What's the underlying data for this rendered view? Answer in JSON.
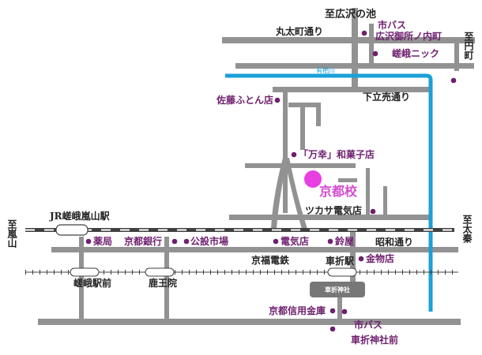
{
  "map": {
    "colors": {
      "road": "#929292",
      "river": "#1aa0d8",
      "poi_dot": "#6e1f6e",
      "poi_text": "#6e1f6e",
      "school_dot": "#e83fe0",
      "rail_dark": "#404040",
      "station_box": "#777777"
    },
    "roads": {
      "marutamachi": "丸太町通り",
      "shimotachiuri": "下立売通り",
      "showa": "昭和通り",
      "to_hirosawa_pond": "至広沢の池",
      "to_enmachi": "至円町",
      "to_arashiyama": "至嵐山",
      "to_uzumasa": "至太秦"
    },
    "river": {
      "name": "有栖川"
    },
    "railways": {
      "jr_station": "JR嵯峨嵐山駅",
      "keifuku_line": "京福電鉄",
      "keifuku_stations": [
        "嵯峨駅前",
        "鹿王院",
        "車折駅"
      ]
    },
    "school": {
      "name": "京都校"
    },
    "pois": {
      "bus_hirosawa": [
        "市バス",
        "広沢御所ノ内町"
      ],
      "saga_nick": "嵯峨ニック",
      "sato_futon": "佐藤ふとん店",
      "mankou": "「万幸」和菓子店",
      "tsukasa": "ツカサ電気店",
      "pharmacy": "薬局",
      "kyoto_bank": "京都銀行",
      "public_market": "公設市場",
      "electric_shop": "電気店",
      "suzuya": "鈴屋",
      "hardware": "金物店",
      "kurumazaki_shrine": "車折神社",
      "shinkin_bank": "京都信用金庫",
      "bus_kurumazaki": [
        "市バス",
        "車折神社前"
      ]
    }
  }
}
